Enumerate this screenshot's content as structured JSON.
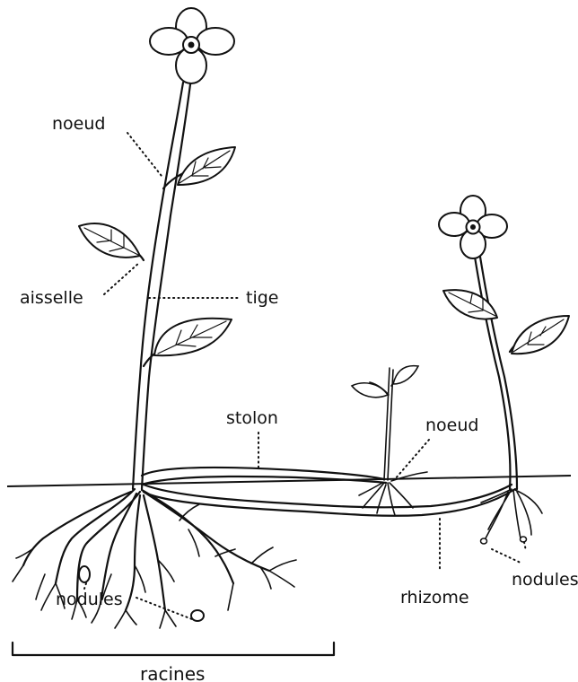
{
  "labels": {
    "noeud_top": "noeud",
    "aisselle": "aisselle",
    "tige": "tige",
    "stolon": "stolon",
    "noeud_right": "noeud",
    "nodules_left": "nodules",
    "nodules_right": "nodules",
    "rhizome": "rhizome",
    "racines": "racines"
  }
}
